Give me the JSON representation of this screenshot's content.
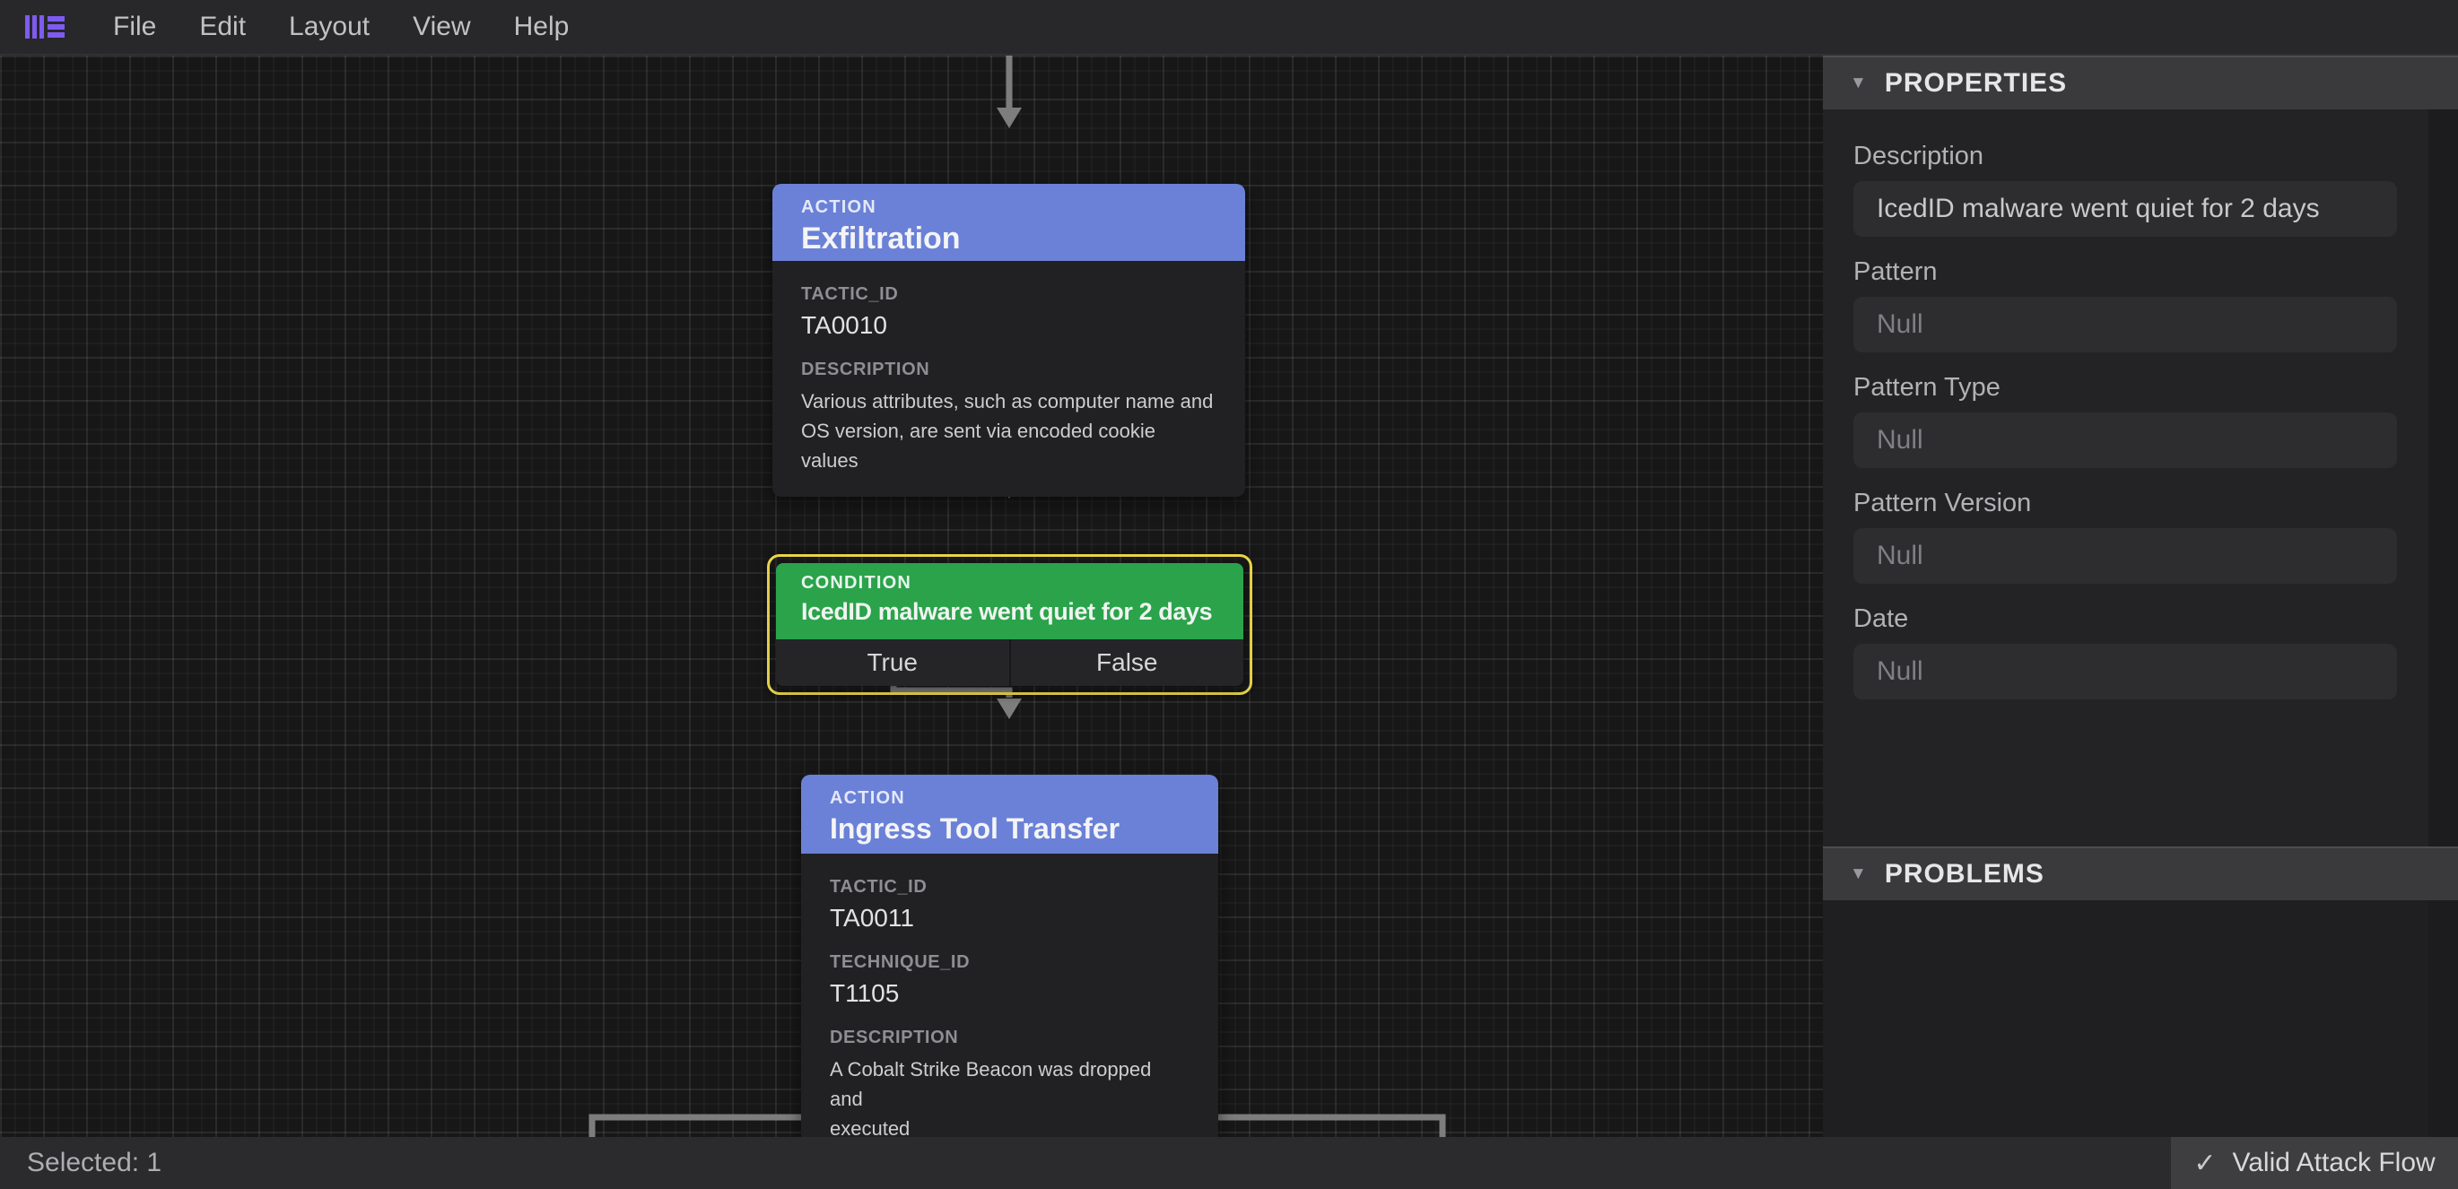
{
  "menu_bar": {
    "logo_icon": "attack-flow-logo",
    "items": [
      "File",
      "Edit",
      "Layout",
      "View",
      "Help"
    ]
  },
  "canvas": {
    "nodes": [
      {
        "id": "exfiltration",
        "type_label": "ACTION",
        "title": "Exfiltration",
        "fields": [
          {
            "label": "TACTIC_ID",
            "value": "TA0010"
          },
          {
            "label": "DESCRIPTION",
            "value": "Various attributes, such as computer name and\nOS version, are sent via encoded cookie values"
          }
        ]
      },
      {
        "id": "condition",
        "type_label": "CONDITION",
        "title": "IcedID malware went quiet for 2 days",
        "selected": true,
        "branches": [
          {
            "label": "True"
          },
          {
            "label": "False"
          }
        ]
      },
      {
        "id": "ingress-tool-transfer",
        "type_label": "ACTION",
        "title": "Ingress Tool Transfer",
        "fields": [
          {
            "label": "TACTIC_ID",
            "value": "TA0011"
          },
          {
            "label": "TECHNIQUE_ID",
            "value": "T1105"
          },
          {
            "label": "DESCRIPTION",
            "value": "A Cobalt Strike Beacon was dropped and\nexecuted"
          }
        ]
      }
    ]
  },
  "properties_panel": {
    "title": "PROPERTIES",
    "collapse_icon": "▼",
    "fields": [
      {
        "label": "Description",
        "value": "IcedID malware went quiet for 2 days",
        "is_null": false
      },
      {
        "label": "Pattern",
        "value": "Null",
        "is_null": true
      },
      {
        "label": "Pattern Type",
        "value": "Null",
        "is_null": true
      },
      {
        "label": "Pattern Version",
        "value": "Null",
        "is_null": true
      },
      {
        "label": "Date",
        "value": "Null",
        "is_null": true
      }
    ]
  },
  "problems_panel": {
    "title": "PROBLEMS",
    "collapse_icon": "▼"
  },
  "status_bar": {
    "selected_text": "Selected: 1",
    "check_icon": "✓",
    "validation_text": "Valid Attack Flow"
  },
  "colors": {
    "action_header": "#6a81d7",
    "condition_header": "#2aa34b",
    "selection_outline": "#e9d54b",
    "edge": "#7d7d7d",
    "logo_purple": "#7e5bf0"
  }
}
